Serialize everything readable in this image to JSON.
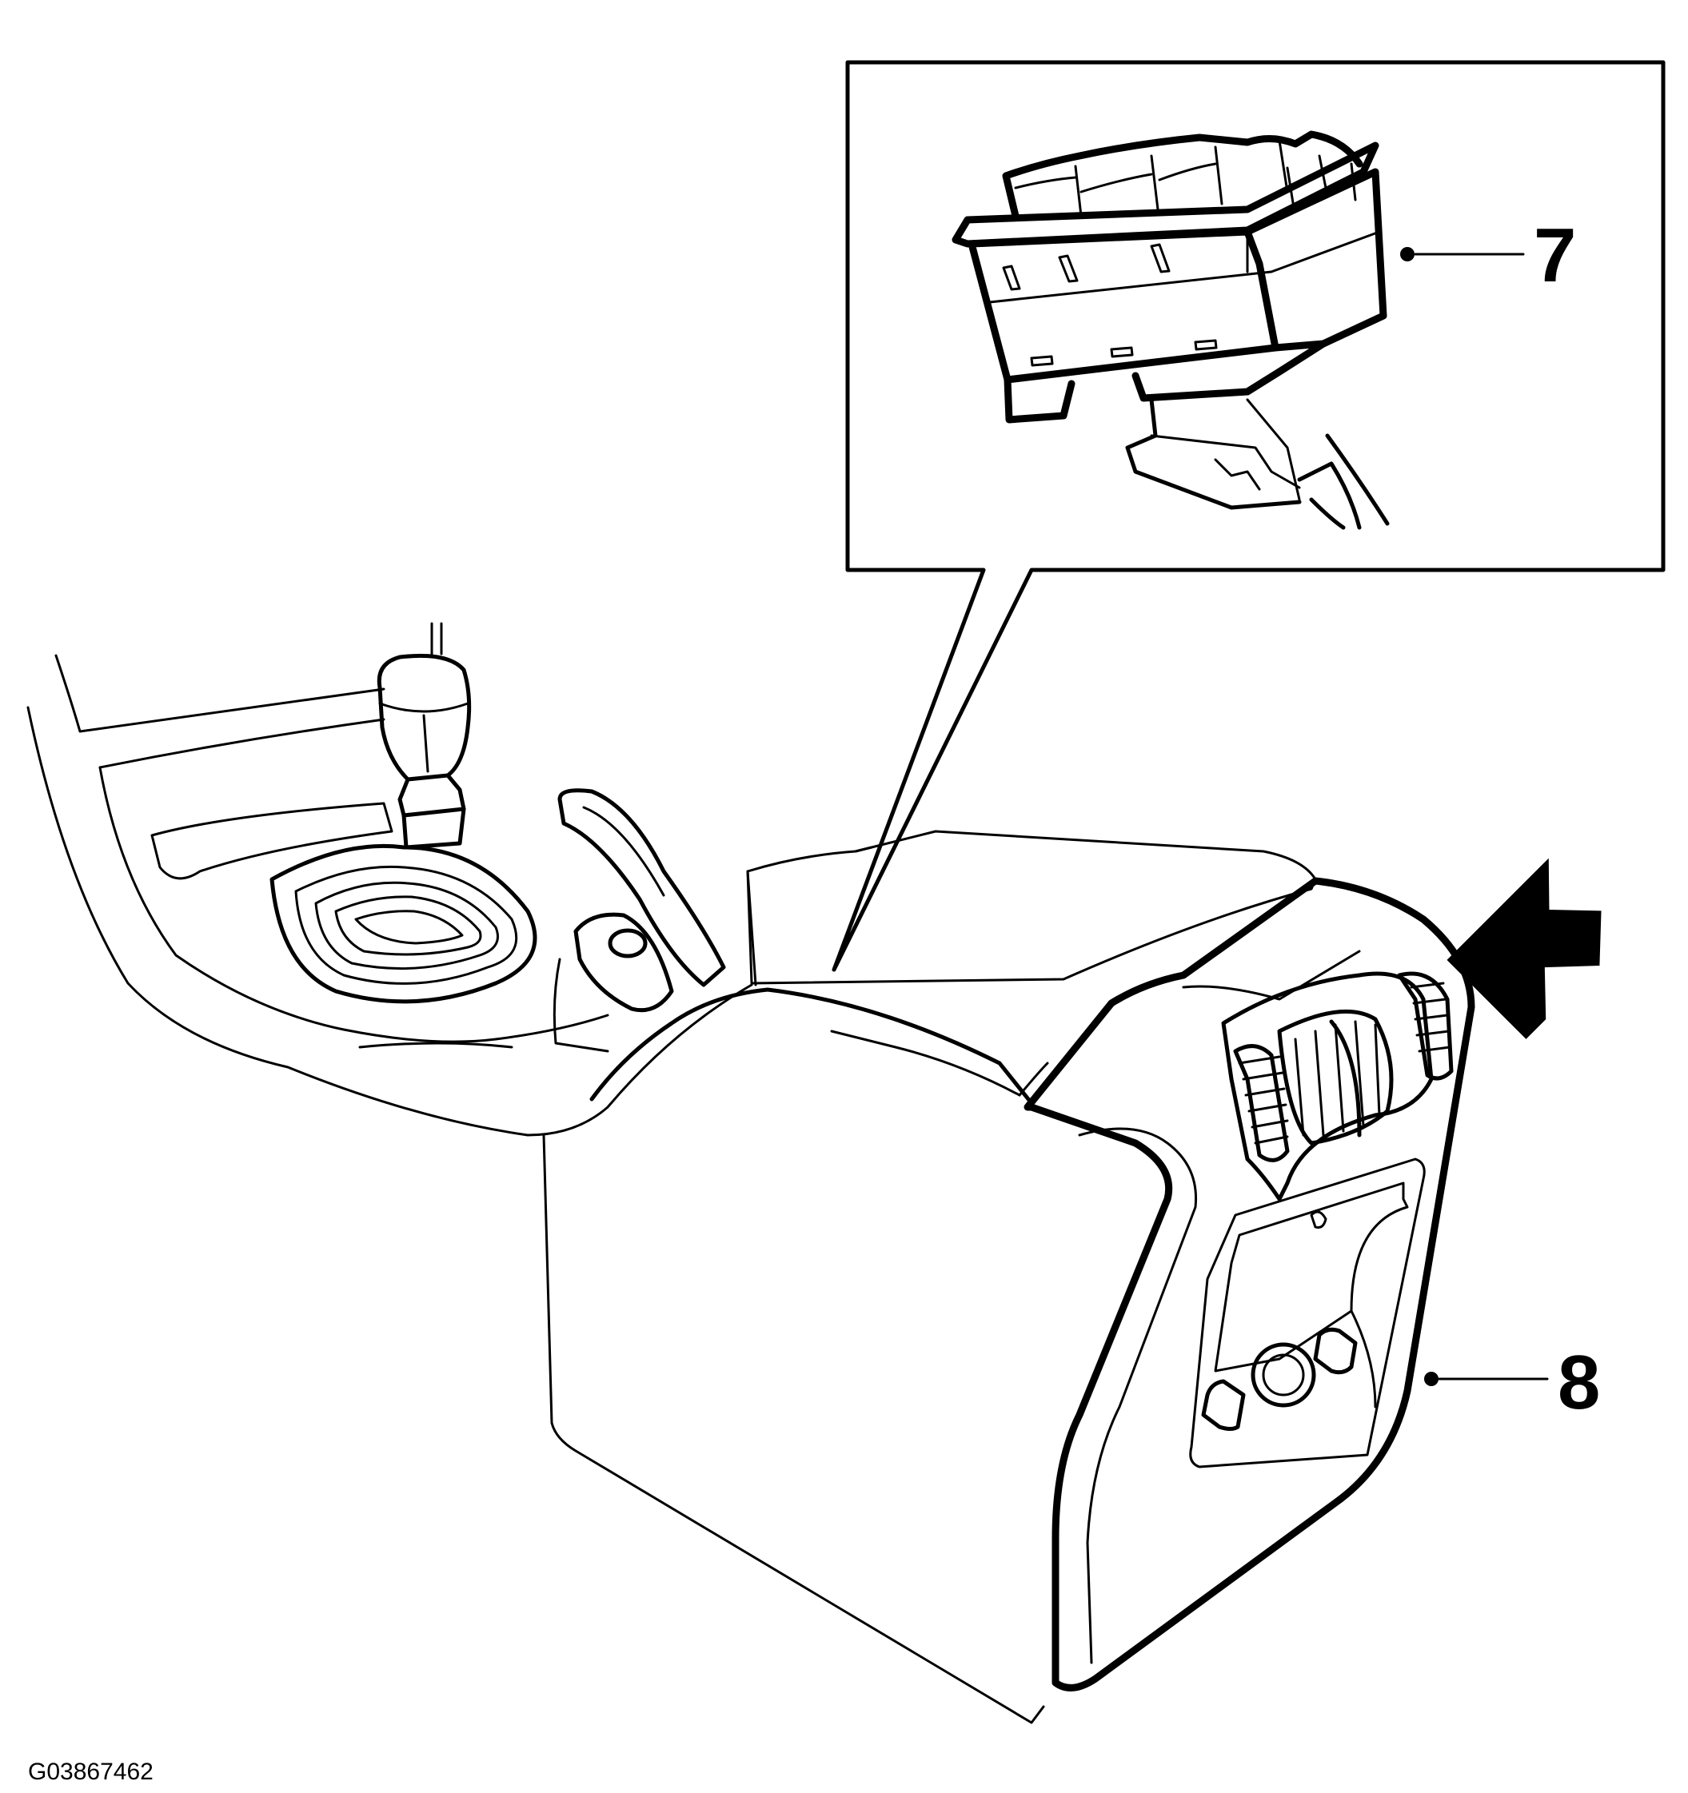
{
  "figure_id": "G03867462",
  "callouts": [
    {
      "label": "7",
      "target": "switch-module"
    },
    {
      "label": "8",
      "target": "rear-console-panel"
    }
  ],
  "colors": {
    "line": "#000000",
    "background": "#ffffff"
  },
  "icons": {
    "direction": "view-direction-arrow-icon",
    "leader_dot": "leader-dot-icon"
  }
}
